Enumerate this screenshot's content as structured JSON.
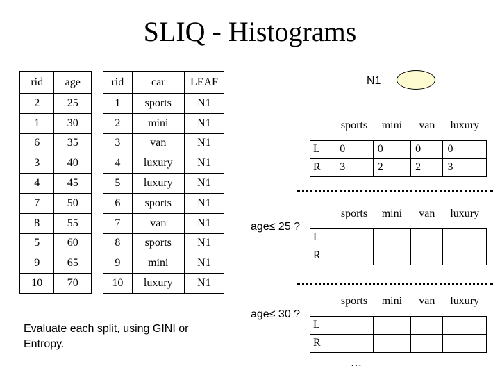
{
  "title": "SLIQ - Histograms",
  "age_list": {
    "headers": [
      "rid",
      "age"
    ],
    "rows": [
      [
        "2",
        "25"
      ],
      [
        "1",
        "30"
      ],
      [
        "6",
        "35"
      ],
      [
        "3",
        "40"
      ],
      [
        "4",
        "45"
      ],
      [
        "7",
        "50"
      ],
      [
        "8",
        "55"
      ],
      [
        "5",
        "60"
      ],
      [
        "9",
        "65"
      ],
      [
        "10",
        "70"
      ]
    ]
  },
  "class_list": {
    "headers": [
      "rid",
      "car",
      "LEAF"
    ],
    "rows": [
      [
        "1",
        "sports",
        "N1"
      ],
      [
        "2",
        "mini",
        "N1"
      ],
      [
        "3",
        "van",
        "N1"
      ],
      [
        "4",
        "luxury",
        "N1"
      ],
      [
        "5",
        "luxury",
        "N1"
      ],
      [
        "6",
        "sports",
        "N1"
      ],
      [
        "7",
        "van",
        "N1"
      ],
      [
        "8",
        "sports",
        "N1"
      ],
      [
        "9",
        "mini",
        "N1"
      ],
      [
        "10",
        "luxury",
        "N1"
      ]
    ]
  },
  "node": {
    "label": "N1",
    "oval_color": "#fffbd0"
  },
  "histograms": [
    {
      "split_label": "",
      "headers": [
        "",
        "sports",
        "mini",
        "van",
        "luxury"
      ],
      "rows": [
        [
          "L",
          "0",
          "0",
          "0",
          "0"
        ],
        [
          "R",
          "3",
          "2",
          "2",
          "3"
        ]
      ]
    },
    {
      "split_label": "age≤ 25 ?",
      "headers": [
        "",
        "sports",
        "mini",
        "van",
        "luxury"
      ],
      "rows": [
        [
          "L",
          "",
          "",
          "",
          ""
        ],
        [
          "R",
          "",
          "",
          "",
          ""
        ]
      ]
    },
    {
      "split_label": "age≤ 30 ?",
      "headers": [
        "",
        "sports",
        "mini",
        "van",
        "luxury"
      ],
      "rows": [
        [
          "L",
          "",
          "",
          "",
          ""
        ],
        [
          "R",
          "",
          "",
          "",
          ""
        ]
      ]
    }
  ],
  "footer": "Evaluate each split, using GINI or Entropy.",
  "ellipsis": "…"
}
